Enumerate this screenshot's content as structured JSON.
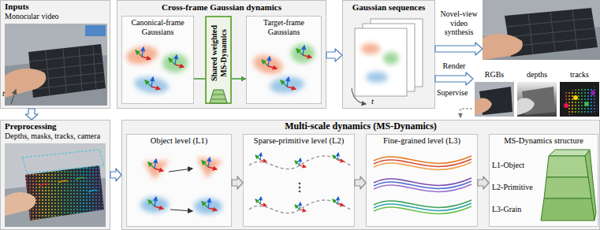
{
  "diagram": {
    "nodes": [
      {
        "text": [
          "Inputs",
          "Monocular video"
        ]
      },
      {
        "text": [
          "Cross-frame Gaussian dynamics"
        ]
      },
      {
        "text": [
          "Canonical-frame Gaussians"
        ],
        "in": 1
      },
      {
        "text": [
          "Shared weighted MS-Dynamics"
        ],
        "in": 1
      },
      {
        "text": [
          "Target-frame Gaussians"
        ],
        "in": 1
      },
      {
        "text": [
          "Gaussian sequences"
        ]
      },
      {
        "text": [
          "Novel-view video synthesis"
        ]
      },
      {
        "text": [
          "RGBs",
          "depths",
          "tracks"
        ]
      },
      {
        "text": [
          "Preprocessing",
          "Depths, masks, tracks, camera"
        ]
      },
      {
        "text": [
          "Multi-scale dynamics (MS-Dynamics)"
        ]
      },
      {
        "text": [
          "Object level (L1)"
        ],
        "in": 9
      },
      {
        "text": [
          "Sparse-primitive level (L2)"
        ],
        "in": 9
      },
      {
        "text": [
          "Fine-grained level (L3)"
        ],
        "in": 9
      },
      {
        "text": [
          "MS-Dynamics structure",
          "L1-Object",
          "L2-Primitive",
          "L3-Grain"
        ],
        "in": 9
      }
    ],
    "edges": [
      {
        "from": 0,
        "to": 8,
        "arrow": "to"
      },
      {
        "from": 8,
        "to": 9,
        "arrow": "to"
      },
      {
        "from": 1,
        "to": 5,
        "arrow": "to"
      },
      {
        "from": 5,
        "to": 6,
        "arrow": "to"
      },
      {
        "from": 5,
        "to": 7,
        "label": "Render",
        "arrow": "to"
      },
      {
        "from": 2,
        "to": 3,
        "arrow": "none"
      },
      {
        "from": 3,
        "to": 4,
        "arrow": "to"
      },
      {
        "from": 10,
        "to": 11,
        "arrow": "to"
      },
      {
        "from": 11,
        "to": 12,
        "arrow": "to"
      },
      {
        "from": 12,
        "to": 13,
        "arrow": "to"
      }
    ],
    "labels": [
      "t",
      "t",
      "Supervise"
    ]
  }
}
